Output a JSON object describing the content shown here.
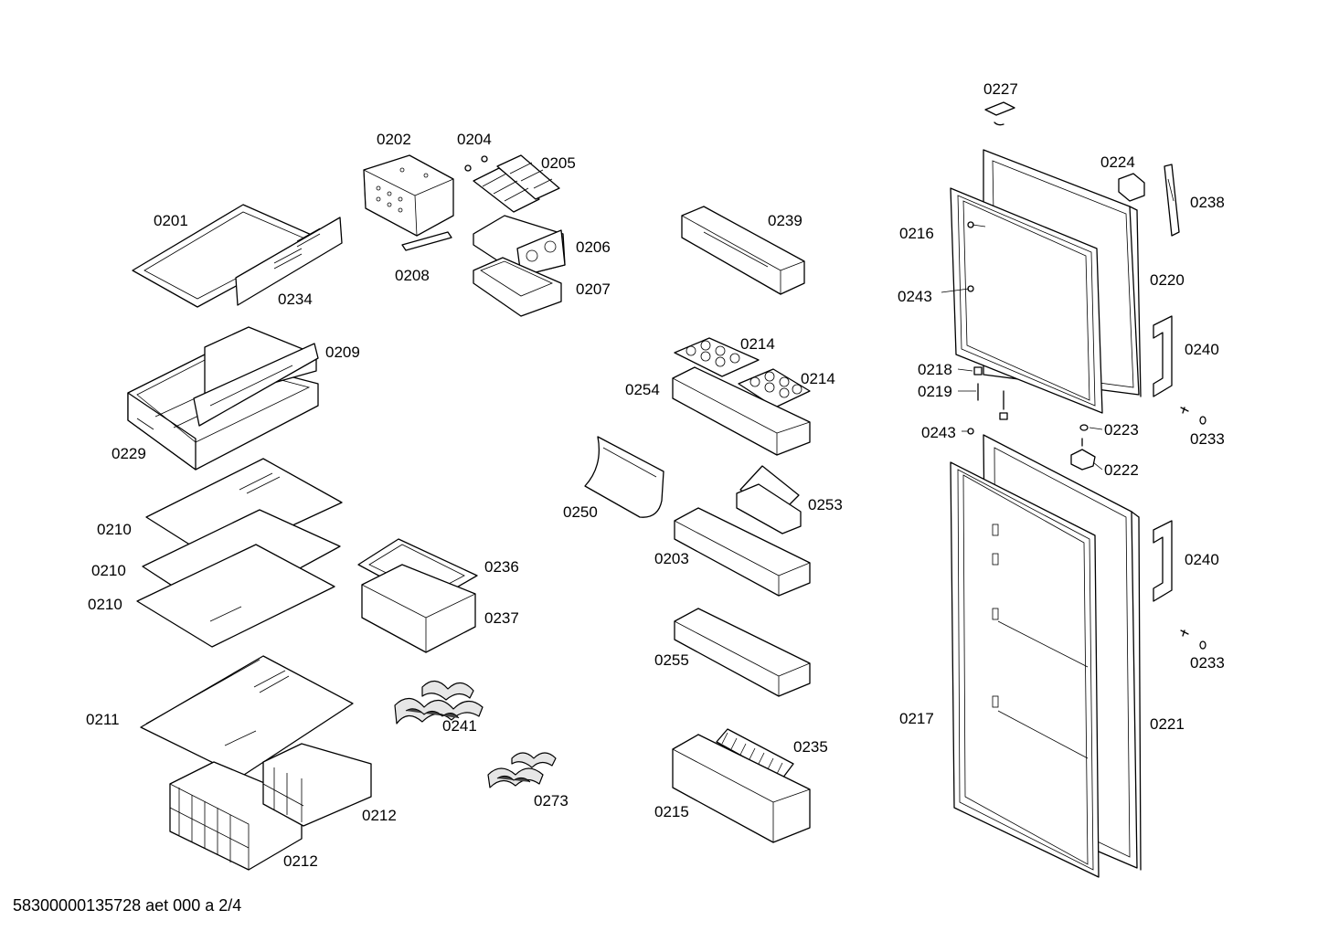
{
  "labels": {
    "p0201": "0201",
    "p0202": "0202",
    "p0203": "0203",
    "p0204": "0204",
    "p0205": "0205",
    "p0206": "0206",
    "p0207": "0207",
    "p0208": "0208",
    "p0209": "0209",
    "p0210": "0210",
    "p0211": "0211",
    "p0212": "0212",
    "p0214": "0214",
    "p0215": "0215",
    "p0216": "0216",
    "p0217": "0217",
    "p0218": "0218",
    "p0219": "0219",
    "p0220": "0220",
    "p0221": "0221",
    "p0222": "0222",
    "p0223": "0223",
    "p0224": "0224",
    "p0227": "0227",
    "p0229": "0229",
    "p0233": "0233",
    "p0234": "0234",
    "p0235": "0235",
    "p0236": "0236",
    "p0237": "0237",
    "p0238": "0238",
    "p0239": "0239",
    "p0240": "0240",
    "p0241": "0241",
    "p0243": "0243",
    "p0250": "0250",
    "p0253": "0253",
    "p0254": "0254",
    "p0255": "0255",
    "p0273": "0273"
  },
  "footer": "58300000135728 aet 000 a 2/4"
}
